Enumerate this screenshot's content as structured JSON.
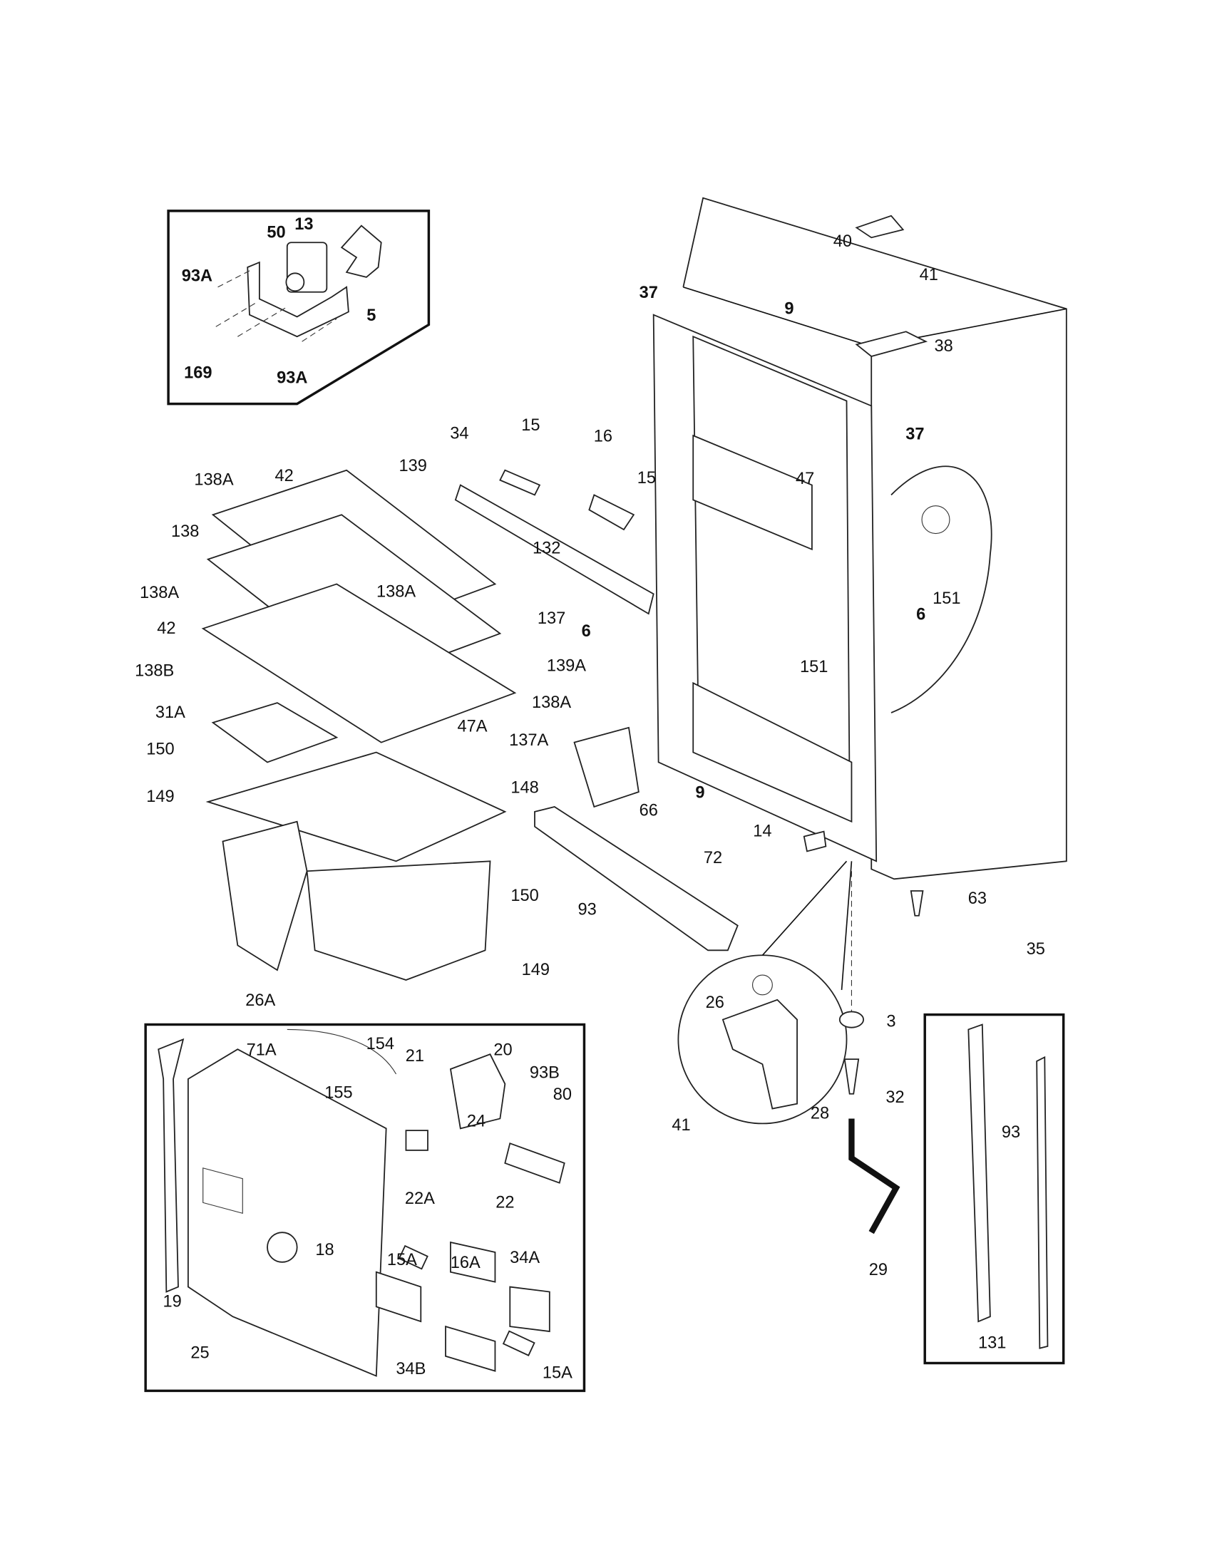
{
  "diagram": {
    "type": "exploded parts diagram",
    "labels": [
      "50",
      "13",
      "93A",
      "5",
      "169",
      "93A",
      "40",
      "41",
      "37",
      "9",
      "38",
      "37",
      "34",
      "15",
      "16",
      "15",
      "138A",
      "42",
      "139",
      "47",
      "138",
      "132",
      "138A",
      "138A",
      "137",
      "6",
      "151",
      "6",
      "42",
      "139A",
      "151",
      "138B",
      "31A",
      "138A",
      "47A",
      "137A",
      "150",
      "148",
      "9",
      "66",
      "149",
      "14",
      "72",
      "63",
      "93",
      "150",
      "35",
      "149",
      "26A",
      "26",
      "3",
      "32",
      "41",
      "28",
      "93",
      "29",
      "131",
      "154",
      "71A",
      "21",
      "20",
      "93B",
      "80",
      "155",
      "24",
      "22A",
      "22",
      "18",
      "15A",
      "16A",
      "34A",
      "19",
      "25",
      "34B",
      "15A"
    ]
  }
}
